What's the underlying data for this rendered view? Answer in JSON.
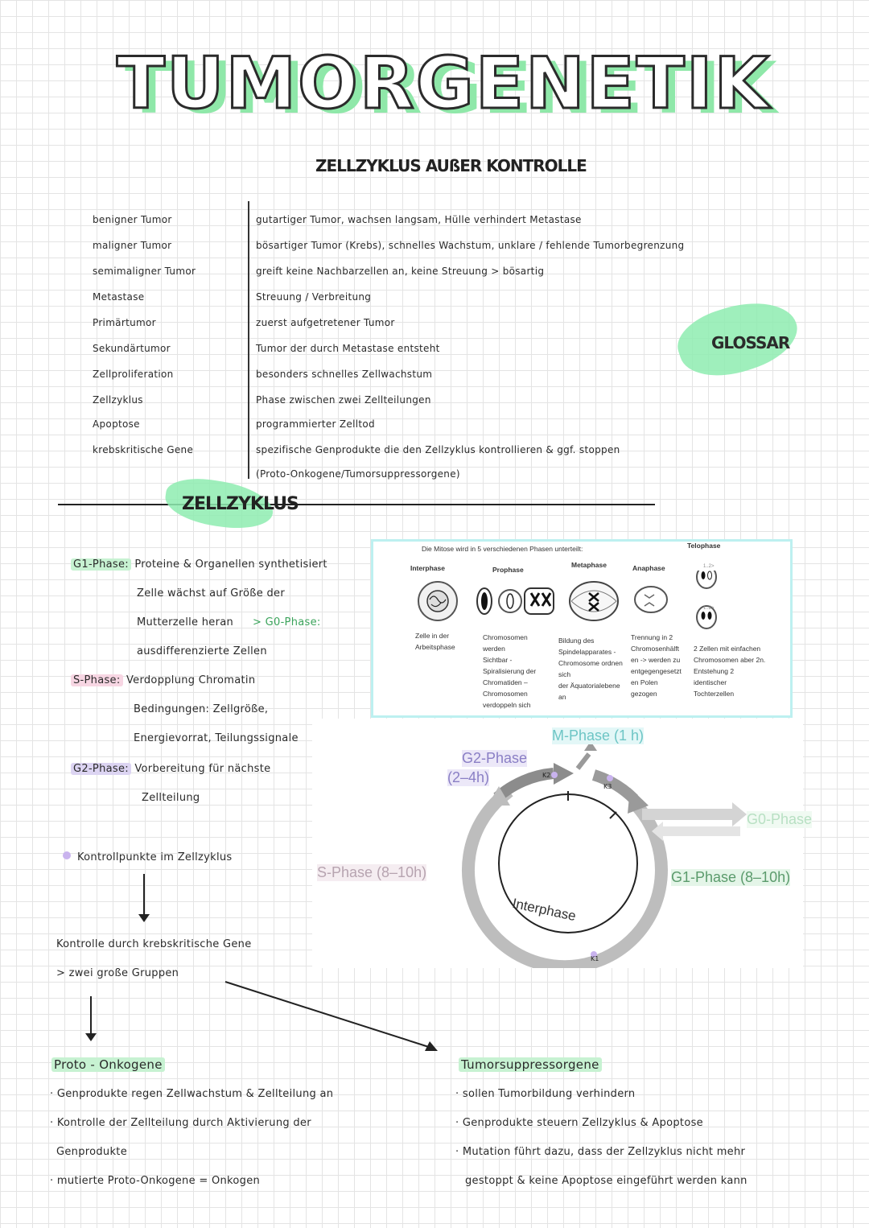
{
  "header": {
    "title": "TUMORGENETIK",
    "subtitle": "ZELLZYKLUS AUßER KONTROLLE"
  },
  "glossary": {
    "label": "GLOSSAR",
    "entries": [
      {
        "term": "benigner Tumor",
        "definition": "gutartiger Tumor, wachsen langsam, Hülle verhindert Metastase"
      },
      {
        "term": "maligner Tumor",
        "definition": "bösartiger Tumor (Krebs), schnelles Wachstum, unklare / fehlende Tumorbegrenzung"
      },
      {
        "term": "semimaligner Tumor",
        "definition": "greift keine Nachbarzellen an, keine Streuung > bösartig"
      },
      {
        "term": "Metastase",
        "definition": "Streuung / Verbreitung"
      },
      {
        "term": "Primärtumor",
        "definition": "zuerst aufgetretener Tumor"
      },
      {
        "term": "Sekundärtumor",
        "definition": "Tumor der durch Metastase entsteht"
      },
      {
        "term": "Zellproliferation",
        "definition": "besonders schnelles Zellwachstum"
      },
      {
        "term": "Zellzyklus",
        "definition": "Phase zwischen zwei Zellteilungen"
      },
      {
        "term": "Apoptose",
        "definition": "programmierter Zelltod"
      },
      {
        "term": "krebskritische Gene",
        "definition": "spezifische Genprodukte die den Zellzyklus kontrollieren & ggf. stoppen"
      }
    ],
    "extra_line": "(Proto-Onkogene/Tumorsuppressorgene)"
  },
  "zellzyklus": {
    "label": "ZELLZYKLUS",
    "g1": {
      "tag": "G1-Phase:",
      "lines": [
        "Proteine & Organellen synthetisiert",
        "Zelle wächst auf Größe der",
        "Mutterzelle heran",
        "> G0-Phase:",
        "ausdifferenzierte Zellen"
      ]
    },
    "s": {
      "tag": "S-Phase:",
      "lines": [
        "Verdopplung Chromatin",
        "Bedingungen: Zellgröße,",
        "Energievorrat, Teilungssignale"
      ]
    },
    "g2": {
      "tag": "G2-Phase:",
      "lines": [
        "Vorbereitung für nächste",
        "Zellteilung"
      ]
    }
  },
  "mitosis": {
    "heading": "Die Mitose wird in 5 verschiedenen Phasen unterteilt:",
    "phases": [
      {
        "name": "Interphase",
        "desc": [
          "Zelle in der",
          "Arbeitsphase"
        ]
      },
      {
        "name": "Prophase",
        "desc": [
          "Chromosomen",
          "werden",
          "Sichtbar -",
          "Spiralisierung der",
          "Chromatiden –",
          "Chromosomen",
          "verdoppeln sich"
        ]
      },
      {
        "name": "Metaphase",
        "desc": [
          "Bildung des",
          "Spindelapparates -",
          "Chromosome ordnen",
          "sich",
          "der Äquatorialebene",
          "an"
        ]
      },
      {
        "name": "Anaphase",
        "desc": [
          "Trennung in 2",
          "Chromosenhälft",
          "en -> werden zu",
          "entgegengesetzt",
          "en Polen",
          "gezogen"
        ]
      },
      {
        "name": "Telophase",
        "desc": [
          "2 Zellen mit einfachen",
          "Chromosomen aber 2n.",
          "Entstehung 2",
          "identischer",
          "Tochterzellen"
        ]
      }
    ]
  },
  "cycle": {
    "m": "M-Phase (1 h)",
    "g2": "G2-Phase",
    "g2_time": "(2–4h)",
    "s": "S-Phase (8–10h)",
    "g0": "G0-Phase",
    "g1": "G1-Phase (8–10h)",
    "inter": "Interphase",
    "k1": "K1",
    "k2": "K2",
    "k3": "K3",
    "tel_small": "1..2>"
  },
  "control": {
    "point": "Kontrollpunkte im Zellzyklus",
    "line1": "Kontrolle durch krebskritische Gene",
    "line2": "> zwei große Gruppen"
  },
  "proto": {
    "title": "Proto - Onkogene",
    "lines": [
      "· Genprodukte regen Zellwachstum & Zellteilung an",
      "· Kontrolle der Zellteilung durch Aktivierung der",
      "Genprodukte",
      "· mutierte Proto-Onkogene = Onkogen"
    ]
  },
  "suppressor": {
    "title": "Tumorsuppressorgene",
    "lines": [
      "· sollen Tumorbildung verhindern",
      "· Genprodukte steuern Zellzyklus & Apoptose",
      "· Mutation führt dazu, dass der Zellzyklus nicht mehr",
      "gestoppt & keine Apoptose eingeführt werden kann"
    ]
  },
  "colors": {
    "green": "#8eecb0",
    "pink": "#f7d6e3",
    "purple": "#dcd4f2",
    "teal": "#bdf0f0",
    "m_phase": "#6dc5c5",
    "g2_phase": "#8a7fc5",
    "s_phase": "#b7a4b0",
    "g0_phase": "#b8e0c3",
    "g1_phase": "#5b9b6c"
  }
}
